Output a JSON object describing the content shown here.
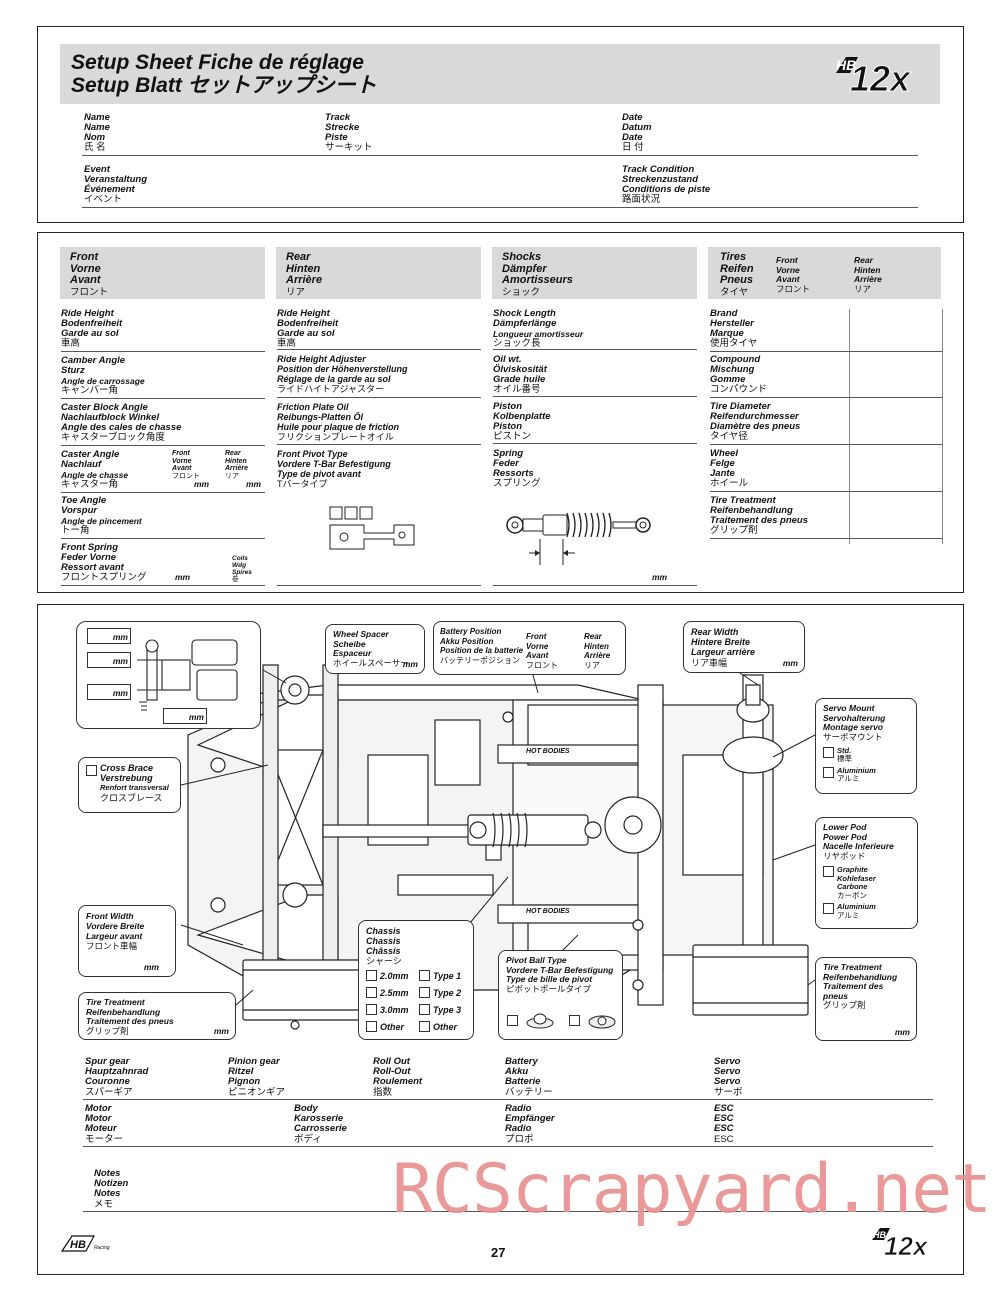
{
  "header": {
    "title_line1": "Setup Sheet  Fiche de réglage",
    "title_line2": "Setup Blatt  セットアップシート",
    "logo": "HB 12x"
  },
  "info": {
    "name": [
      "Name",
      "Name",
      "Nom",
      "氏 名"
    ],
    "track": [
      "Track",
      "Strecke",
      "Piste",
      "サーキット"
    ],
    "date": [
      "Date",
      "Datum",
      "Date",
      "日 付"
    ],
    "event": [
      "Event",
      "Veranstaltung",
      "Événement",
      "イベント"
    ],
    "track_condition": [
      "Track Condition",
      "Streckenzustand",
      "Conditions de piste",
      "路面状況"
    ]
  },
  "front": {
    "header": [
      "Front",
      "Vorne",
      "Avant",
      "フロント"
    ],
    "rows": [
      [
        "Ride Height",
        "Bodenfreiheit",
        "Garde au sol",
        "車高"
      ],
      [
        "Camber Angle",
        "Sturz",
        "Angle de carrossage",
        "キャンバー角"
      ],
      [
        "Caster Block Angle",
        "Nachlaufblock Winkel",
        "Angle des cales de chasse",
        "キャスターブロック角度"
      ],
      [
        "Caster Angle",
        "Nachlauf",
        "Angle de chasse",
        "キャスター角"
      ],
      [
        "Toe Angle",
        "Vorspur",
        "Angle de pincement",
        "トー角"
      ],
      [
        "Front Spring",
        "Feder Vorne",
        "Ressort avant",
        "フロントスプリング"
      ]
    ],
    "caster_front": [
      "Front",
      "Vorne",
      "Avant",
      "フロント"
    ],
    "caster_rear": [
      "Rear",
      "Hinten",
      "Arrière",
      "リア"
    ],
    "coils": [
      "Coils",
      "Wdg",
      "Spires",
      "巻"
    ],
    "unit": "mm"
  },
  "rear": {
    "header": [
      "Rear",
      "Hinten",
      "Arrière",
      "リア"
    ],
    "rows": [
      [
        "Ride Height",
        "Bodenfreiheit",
        "Garde au sol",
        "車高"
      ],
      [
        "Ride Height Adjuster",
        "Position der Höhenverstellung",
        "Réglage de la garde au sol",
        "ライドハイトアジャスター"
      ],
      [
        "Friction Plate Oil",
        "Reibungs-Platten Öl",
        "Huile pour plaque de friction",
        "フリクションプレートオイル"
      ],
      [
        "Front Pivot Type",
        "Vordere T-Bar Befestigung",
        "Type de pivot avant",
        "Tバータイプ"
      ]
    ]
  },
  "shocks": {
    "header": [
      "Shocks",
      "Dämpfer",
      "Amortisseurs",
      "ショック"
    ],
    "rows": [
      [
        "Shock Length",
        "Dämpferlänge",
        "Longueur amortisseur",
        "ショック長"
      ],
      [
        "Oil wt.",
        "Ölviskosität",
        "Grade huile",
        "オイル番号"
      ],
      [
        "Piston",
        "Kolbenplatte",
        "Piston",
        "ピストン"
      ],
      [
        "Spring",
        "Feder",
        "Ressorts",
        "スプリング"
      ]
    ],
    "unit": "mm"
  },
  "tires": {
    "header": [
      "Tires",
      "Reifen",
      "Pneus",
      "タイヤ"
    ],
    "front_col": [
      "Front",
      "Vorne",
      "Avant",
      "フロント"
    ],
    "rear_col": [
      "Rear",
      "Hinten",
      "Arrière",
      "リア"
    ],
    "rows": [
      [
        "Brand",
        "Hersteller",
        "Marque",
        "使用タイヤ"
      ],
      [
        "Compound",
        "Mischung",
        "Gomme",
        "コンパウンド"
      ],
      [
        "Tire Diameter",
        "Reifendurchmesser",
        "Diamètre des pneus",
        "タイヤ径"
      ],
      [
        "Wheel",
        "Felge",
        "Jante",
        "ホイール"
      ],
      [
        "Tire Treatment",
        "Reifenbehandlung",
        "Traitement des pneus",
        "グリップ剤"
      ]
    ]
  },
  "diagram": {
    "mm": "mm",
    "wheel_spacer": [
      "Wheel Spacer",
      "Scheibe",
      "Espaceur",
      "ホイールスペーサー"
    ],
    "battery_position": [
      "Battery Position",
      "Akku Position",
      "Position de la batterie",
      "バッテリーポジション"
    ],
    "bp_front": [
      "Front",
      "Vorne",
      "Avant",
      "フロント"
    ],
    "bp_rear": [
      "Rear",
      "Hinten",
      "Arrière",
      "リア"
    ],
    "rear_width": [
      "Rear Width",
      "Hintere Breite",
      "Largeur arrière",
      "リア車幅"
    ],
    "servo_mount": [
      "Servo Mount",
      "Servohalterung",
      "Montage servo",
      "サーボマウント"
    ],
    "servo_std": [
      "Std.",
      "標準"
    ],
    "servo_alu": [
      "Aluminium",
      "アルミ"
    ],
    "cross_brace": [
      "Cross Brace",
      "Verstrebung",
      "Renfort transversal",
      "クロスブレース"
    ],
    "lower_pod": [
      "Lower Pod",
      "Power Pod",
      "Nacelle Inferieure",
      "リヤポッド"
    ],
    "pod_graphite": [
      "Graphite",
      "Kohlefaser",
      "Carbone",
      "カーボン"
    ],
    "pod_alu": [
      "Aluminium",
      "アルミ"
    ],
    "front_width": [
      "Front Width",
      "Vordere Breite",
      "Largeur avant",
      "フロント車幅"
    ],
    "chassis": [
      "Chassis",
      "Chassis",
      "Châssis",
      "シャーシ"
    ],
    "chassis_opts": [
      "2.0mm",
      "2.5mm",
      "3.0mm",
      "Other"
    ],
    "type_opts": [
      "Type 1",
      "Type 2",
      "Type 3",
      "Other"
    ],
    "pivot_ball": [
      "Pivot Ball Type",
      "Vordere T-Bar Befestigung",
      "Type de bille de pivot",
      "ピボットボールタイプ"
    ],
    "tire_treatment_l": [
      "Tire Treatment",
      "Reifenbehandlung",
      "Traitement des pneus",
      "グリップ剤"
    ],
    "tire_treatment_r": [
      "Tire Treatment",
      "Reifenbehandlung",
      "Traitement des pneus",
      "グリップ剤"
    ],
    "shock_brand": "HOT BODIES",
    "stick1": "HOT BODIES"
  },
  "bottom": {
    "spur": [
      "Spur gear",
      "Hauptzahnrad",
      "Couronne",
      "スパーギア"
    ],
    "pinion": [
      "Pinion gear",
      "Ritzel",
      "Pignon",
      "ピニオンギア"
    ],
    "rollout": [
      "Roll Out",
      "Roll-Out",
      "Roulement",
      "指数"
    ],
    "battery": [
      "Battery",
      "Akku",
      "Batterie",
      "バッテリー"
    ],
    "servo": [
      "Servo",
      "Servo",
      "Servo",
      "サーボ"
    ],
    "motor": [
      "Motor",
      "Motor",
      "Moteur",
      "モーター"
    ],
    "body": [
      "Body",
      "Karosserie",
      "Carrosserie",
      "ボディ"
    ],
    "radio": [
      "Radio",
      "Empfänger",
      "Radio",
      "プロポ"
    ],
    "esc": [
      "ESC",
      "ESC",
      "ESC",
      "ESC"
    ],
    "notes": [
      "Notes",
      "Notizen",
      "Notes",
      "メモ"
    ]
  },
  "footer": {
    "page": "27",
    "logo_left": "HB",
    "logo_left_sub": "Racing",
    "logo_right": "HB 12x",
    "watermark": "RCScrapyard.net"
  }
}
